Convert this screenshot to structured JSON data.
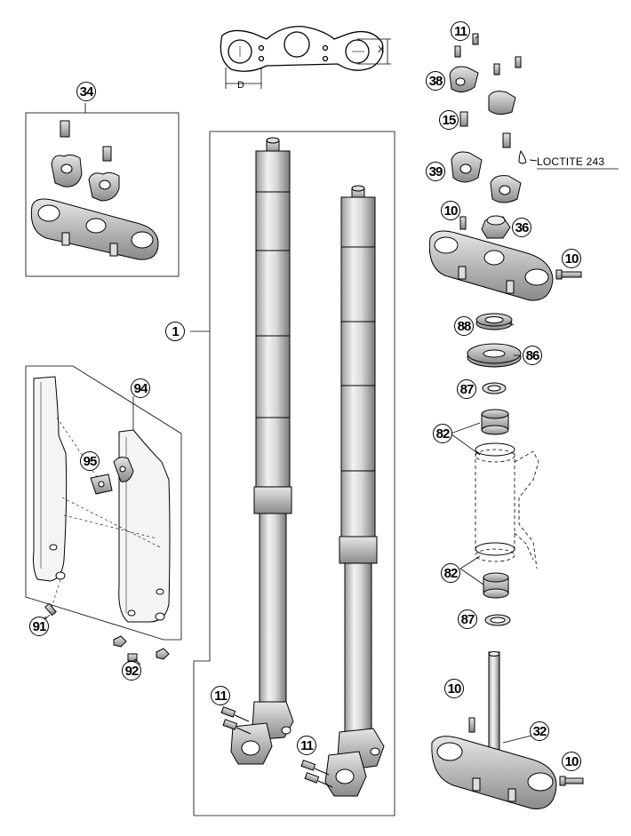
{
  "callouts": {
    "c1": "1",
    "c34": "34",
    "c94": "94",
    "c95": "95",
    "c91": "91",
    "c92": "92",
    "c11_top": "11",
    "c38": "38",
    "c15": "15",
    "c39": "39",
    "c10_upper_left": "10",
    "c36": "36",
    "c10_upper_right": "10",
    "c88": "88",
    "c86": "86",
    "c87_upper": "87",
    "c82_upper": "82",
    "c82_lower": "82",
    "c87_lower": "87",
    "c10_lower_left": "10",
    "c32": "32",
    "c10_lower_right": "10",
    "c11_left_foot": "11",
    "c11_right_foot": "11"
  },
  "annotations": {
    "loctite": "LOCTITE 243",
    "dim_d": "D",
    "dim_x": "X"
  }
}
